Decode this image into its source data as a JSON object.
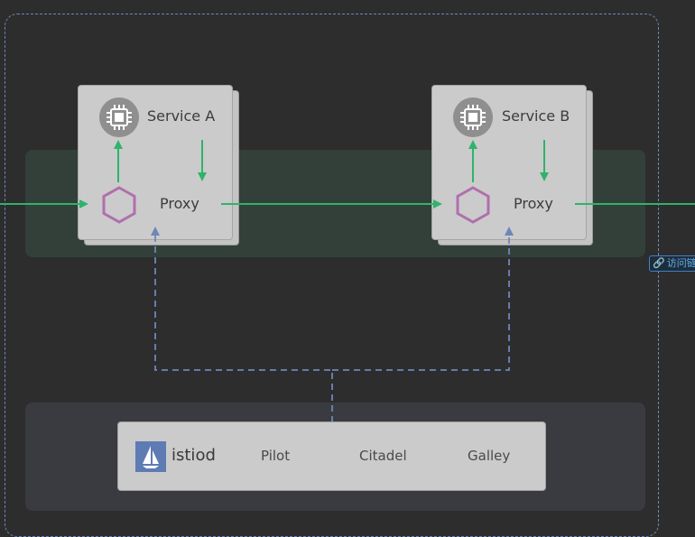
{
  "services": [
    {
      "title": "Service A",
      "proxy_label": "Proxy"
    },
    {
      "title": "Service B",
      "proxy_label": "Proxy"
    }
  ],
  "control_plane": {
    "name": "istiod",
    "components": [
      "Pilot",
      "Citadel",
      "Galley"
    ]
  },
  "access_link": {
    "label": "访问链"
  },
  "colors": {
    "traffic": "#2fb36b",
    "control": "#6f86b8",
    "proxy_hex": "#b06fae",
    "chip": "#8f8f8f"
  },
  "icons": {
    "service": "cpu-chip-icon",
    "proxy": "hexagon-icon",
    "logo": "istio-sail-icon",
    "link": "link-icon"
  }
}
